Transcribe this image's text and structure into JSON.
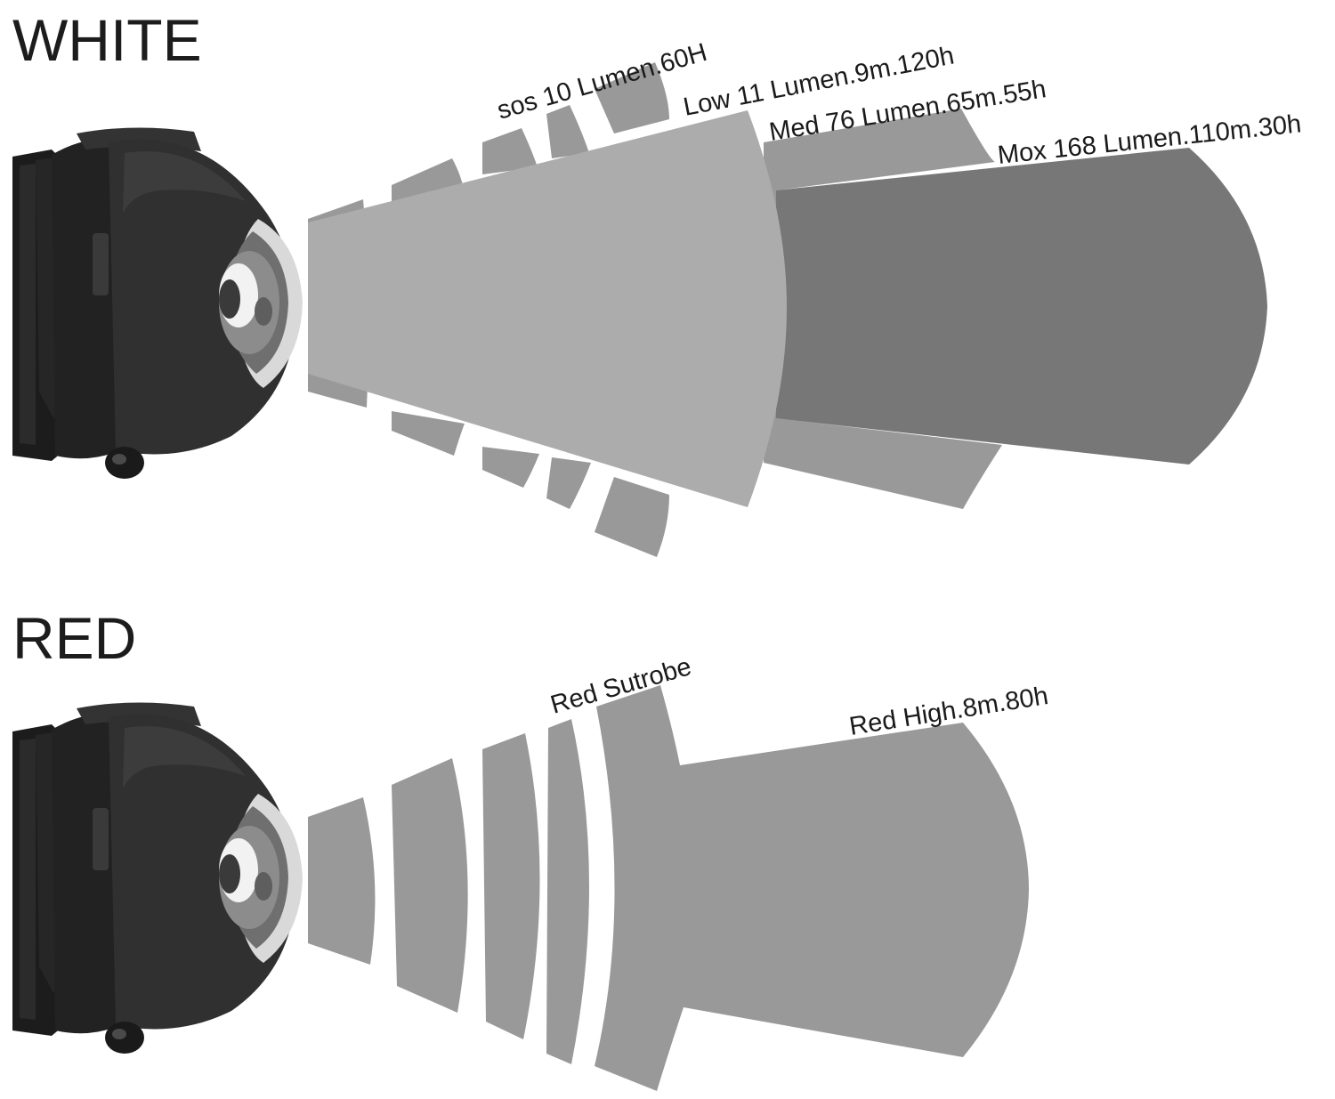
{
  "sections": {
    "white": {
      "title": "WHITE",
      "labels": {
        "sos": "sos 10 Lumen.60H",
        "low": "Low 11 Lumen.9m.120h",
        "med": "Med 76 Lumen.65m.55h",
        "max": "Mox 168 Lumen.110m.30h"
      }
    },
    "red": {
      "title": "RED",
      "labels": {
        "strobe": "Red Sutrobe",
        "high": "Red High.8m.80h"
      }
    }
  },
  "colors": {
    "beam_light": "#acacac",
    "beam_mid": "#999999",
    "beam_dark": "#777777",
    "headlamp_body": "#2e2e2e",
    "headlamp_dark": "#1b1b1b",
    "lens_rim": "#d9d9d9"
  },
  "icons": [
    "headlamp-icon",
    "led-lens-icon"
  ]
}
